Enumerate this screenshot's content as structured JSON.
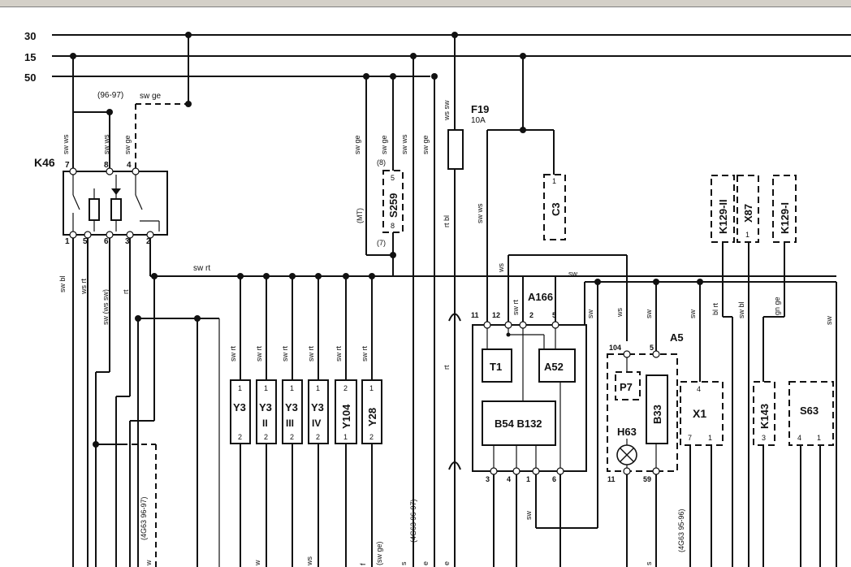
{
  "rails": {
    "r30": "30",
    "r15": "15",
    "r50": "50"
  },
  "components": {
    "K46": "K46",
    "S259": "S259",
    "F19": "F19",
    "F19_rating": "10A",
    "C3": "C3",
    "A166": "A166",
    "A5": "A5",
    "T1": "T1",
    "A52": "A52",
    "B54B132": "B54 B132",
    "P7": "P7",
    "B33": "B33",
    "H63": "H63",
    "X1": "X1",
    "K129II": "K129-II",
    "X87": "X87",
    "K129I": "K129-I",
    "K143": "K143",
    "S63": "S63",
    "Y3": "Y3",
    "Y3_II": "II",
    "Y3_III": "III",
    "Y3_IV": "IV",
    "Y104": "Y104",
    "Y28": "Y28"
  },
  "wire_labels": {
    "sw_ws": "sw ws",
    "sw_ge": "sw ge",
    "ws_sw": "ws sw",
    "sw_rt": "sw rt",
    "sw_bl": "sw bl",
    "ws_rt": "ws rt",
    "sw_ws_sw": "sw (ws sw)",
    "rt": "rt",
    "rt_bl": "rt bl",
    "ws": "ws",
    "sw": "sw",
    "bl_rt": "bl rt",
    "gn_ge": "gn ge",
    "ge": "ge",
    "sw_ge_paren": "(sw ge)",
    "s": "s",
    "e": "e",
    "w": "w",
    "f": "f"
  },
  "notes": {
    "n9697": "(96-97)",
    "mt": "(MT)",
    "g63_a": "(4G63 96-97)",
    "g63_b": "(4G63 96-97)",
    "g63_c": "(4G63 95-96)"
  },
  "pins": {
    "p1": "1",
    "p2": "2",
    "p3": "3",
    "p4": "4",
    "p5": "5",
    "p6": "6",
    "p7": "7",
    "p8": "8",
    "p11": "11",
    "p12": "12",
    "p59": "59",
    "p104": "104",
    "p_8": "(8)",
    "p_7": "(7)"
  }
}
